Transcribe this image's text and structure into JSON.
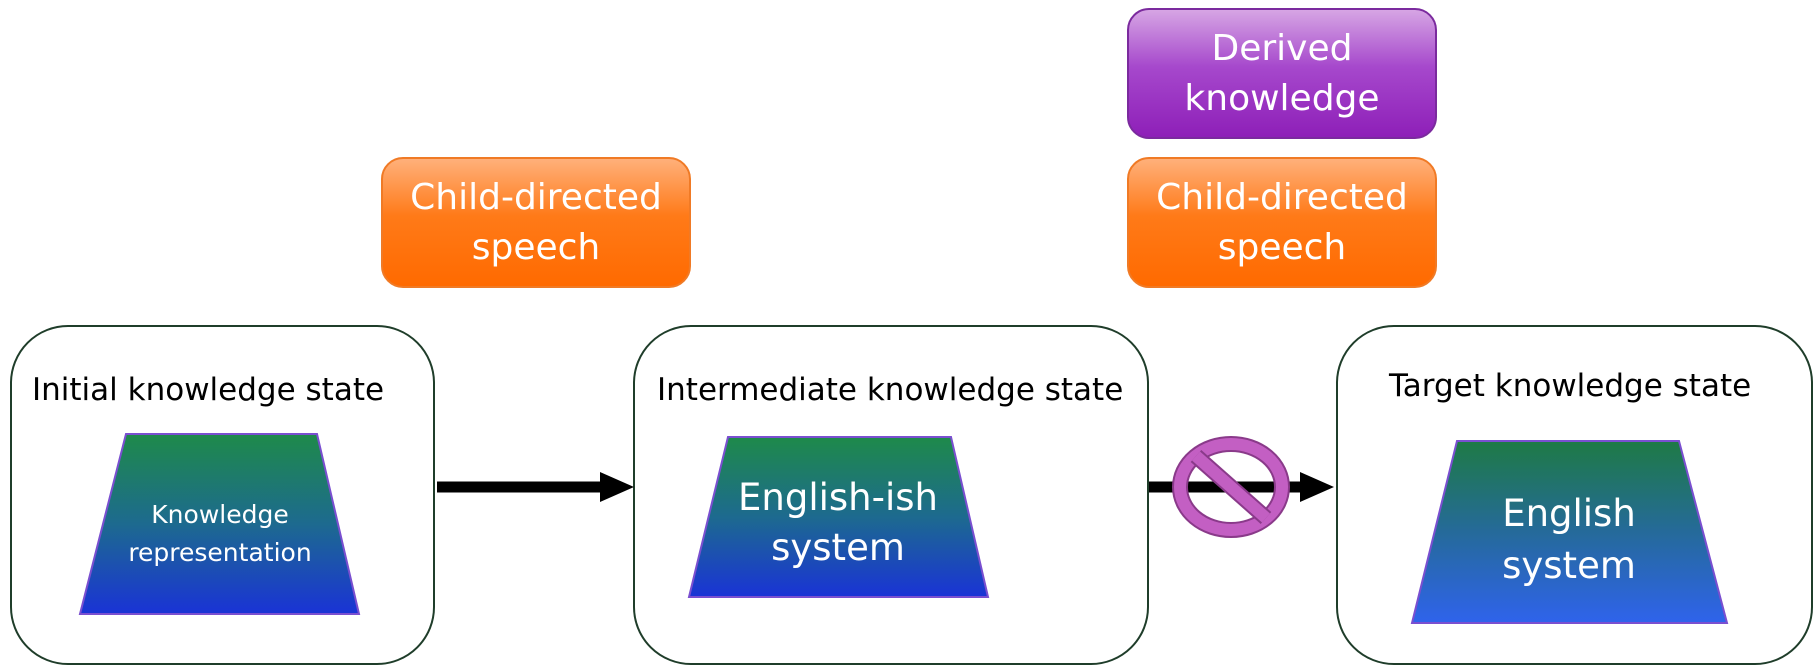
{
  "colors": {
    "orange_input": "#ff6a00",
    "purple_input": "#8e1fb8",
    "state_border": "#1f3d2a",
    "trapezoid_top": "#1e8a4a",
    "trapezoid_bottom": "#1a33d6",
    "forbidden_sign": "#c45fc2",
    "arrow": "#000000"
  },
  "inputs": {
    "speech_1": [
      "Child-directed",
      "speech"
    ],
    "speech_2": [
      "Child-directed",
      "speech"
    ],
    "derived": [
      "Derived",
      "knowledge"
    ]
  },
  "states": {
    "initial": {
      "title": "Initial knowledge state",
      "content": [
        "Knowledge",
        "representation"
      ]
    },
    "intermediate": {
      "title": "Intermediate knowledge state",
      "content": [
        "English-ish",
        "system"
      ]
    },
    "target": {
      "title": "Target knowledge state",
      "content": [
        "English",
        "system"
      ]
    }
  },
  "icons": {
    "arrow_1": "arrow-right-icon",
    "arrow_2": "arrow-right-icon",
    "blocked": "no-symbol-icon"
  }
}
